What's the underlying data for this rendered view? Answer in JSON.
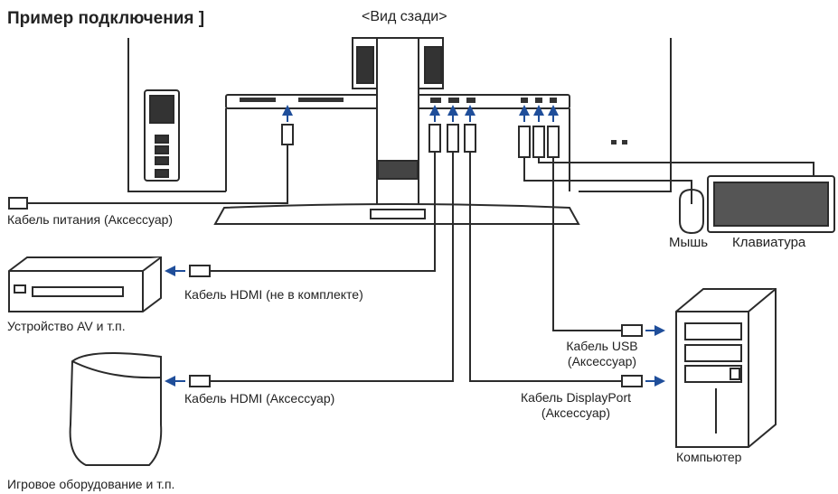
{
  "title": "Пример подключения ]",
  "view_label": "<Вид сзади>",
  "labels": {
    "power_cable": "Кабель питания (Аксессуар)",
    "mouse": "Мышь",
    "keyboard": "Клавиатура",
    "hdmi_not_included": "Кабель HDMI (не в комплекте)",
    "av_device": "Устройство AV и т.п.",
    "usb_cable_line1": "Кабель USB",
    "usb_cable_line2": "(Аксессуар)",
    "hdmi_accessory": "Кабель HDMI (Аксессуар)",
    "dp_cable_line1": "Кабель DisplayPort",
    "dp_cable_line2": "(Аксессуар)",
    "computer": "Компьютер",
    "game_device": "Игровое оборудование и т.п."
  },
  "colors": {
    "line": "#2b2b2b",
    "arrow": "#1f4e9a"
  }
}
